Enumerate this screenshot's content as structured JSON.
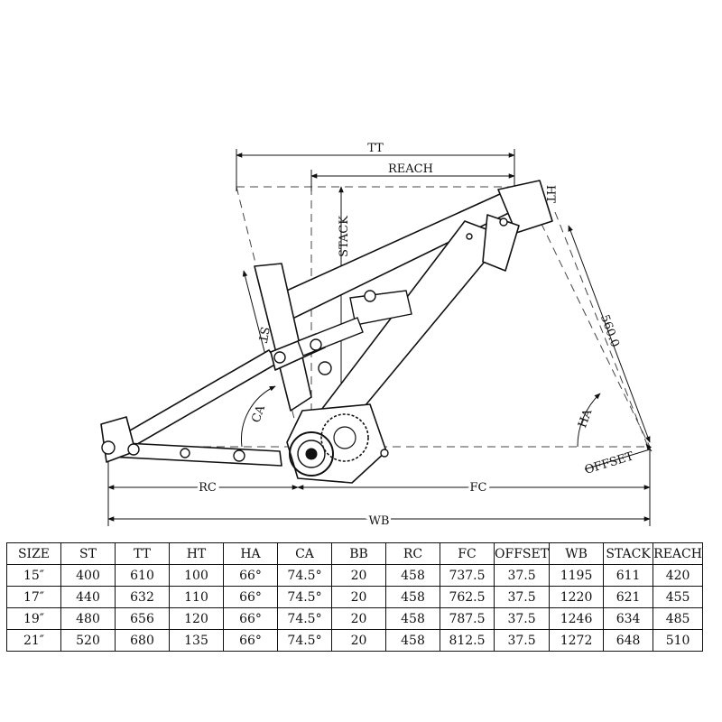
{
  "diagram": {
    "labels": {
      "tt": "TT",
      "reach": "REACH",
      "stack": "STACK",
      "ht": "HT",
      "st": "ST",
      "ca": "CA",
      "fork_length": "560.0",
      "ha": "HA",
      "offset": "OFFSET",
      "rc": "RC",
      "fc": "FC",
      "wb": "WB"
    }
  },
  "table": {
    "headers": [
      "SIZE",
      "ST",
      "TT",
      "HT",
      "HA",
      "CA",
      "BB",
      "RC",
      "FC",
      "OFFSET",
      "WB",
      "STACK",
      "REACH"
    ],
    "rows": [
      [
        "15″",
        "400",
        "610",
        "100",
        "66°",
        "74.5°",
        "20",
        "458",
        "737.5",
        "37.5",
        "1195",
        "611",
        "420"
      ],
      [
        "17″",
        "440",
        "632",
        "110",
        "66°",
        "74.5°",
        "20",
        "458",
        "762.5",
        "37.5",
        "1220",
        "621",
        "455"
      ],
      [
        "19″",
        "480",
        "656",
        "120",
        "66°",
        "74.5°",
        "20",
        "458",
        "787.5",
        "37.5",
        "1246",
        "634",
        "485"
      ],
      [
        "21″",
        "520",
        "680",
        "135",
        "66°",
        "74.5°",
        "20",
        "458",
        "812.5",
        "37.5",
        "1272",
        "648",
        "510"
      ]
    ]
  }
}
